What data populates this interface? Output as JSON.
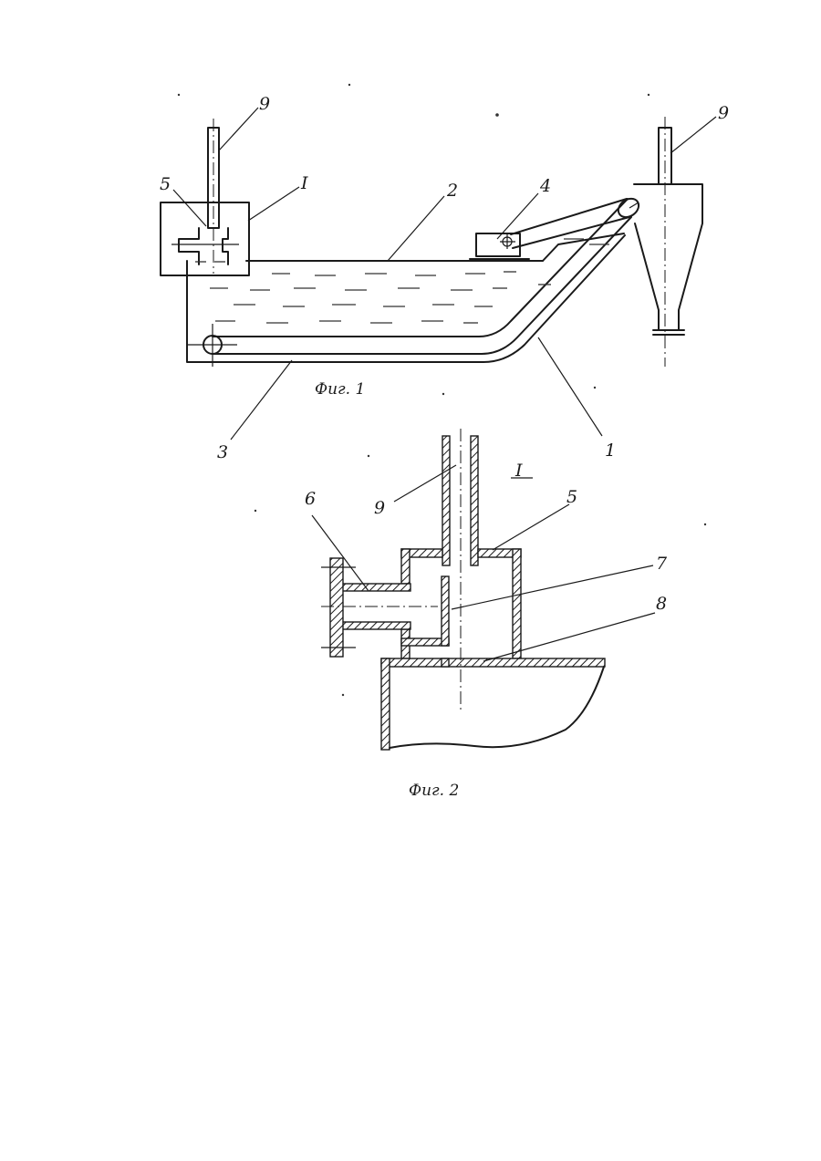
{
  "figure1": {
    "caption": "Фиг. 1",
    "labels": {
      "l1": "1",
      "l2": "2",
      "l3": "3",
      "l4": "4",
      "l5": "5",
      "l9a": "9",
      "l9b": "9",
      "detail": "I"
    }
  },
  "figure2": {
    "caption": "Фиг. 2",
    "labels": {
      "l5": "5",
      "l6": "6",
      "l7": "7",
      "l8": "8",
      "l9": "9",
      "detail": "I"
    }
  }
}
